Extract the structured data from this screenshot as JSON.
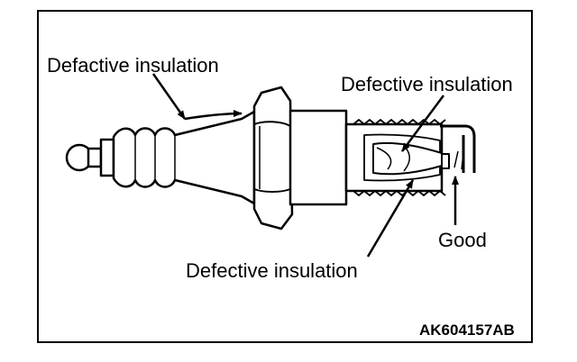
{
  "labels": {
    "top_left": "Defactive insulation",
    "top_right": "Defective insulation",
    "bottom": "Defective insulation",
    "good": "Good"
  },
  "figure_code": "AK604157AB",
  "colors": {
    "ink": "#000000",
    "paper": "#ffffff"
  }
}
